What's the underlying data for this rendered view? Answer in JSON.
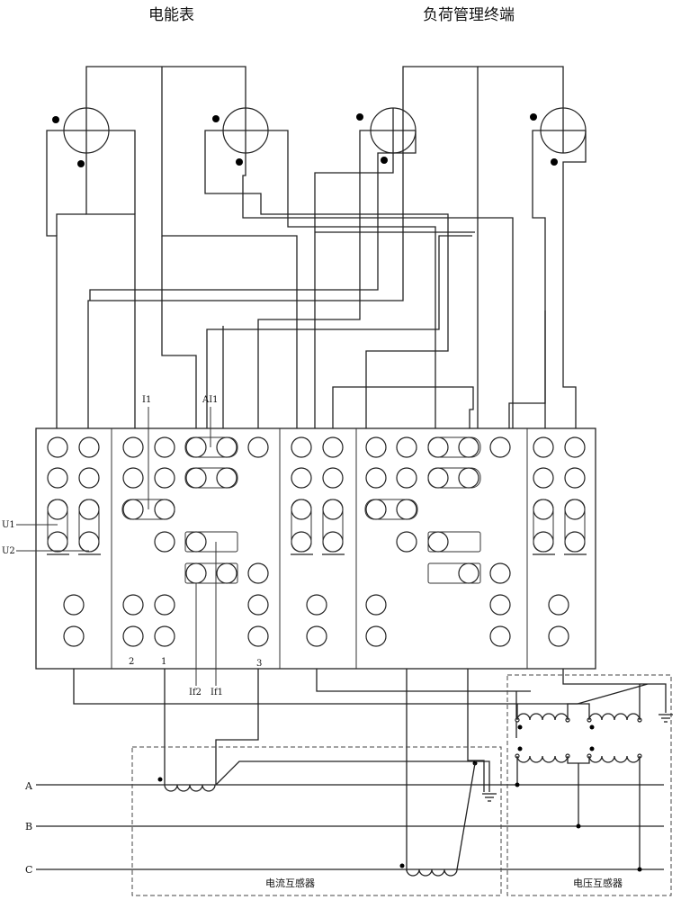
{
  "titles": {
    "meter": "电能表",
    "terminal": "负荷管理终端"
  },
  "labels": {
    "I1": "I1",
    "AI1": "AI1",
    "U1": "U1",
    "U2": "U2",
    "col2": "2",
    "col1": "1",
    "col3": "3",
    "If2": "If2",
    "If1": "If1",
    "phaseA": "A",
    "phaseB": "B",
    "phaseC": "C"
  },
  "boxes": {
    "current_transformer": "电流互感器",
    "voltage_transformer": "电压互感器"
  }
}
